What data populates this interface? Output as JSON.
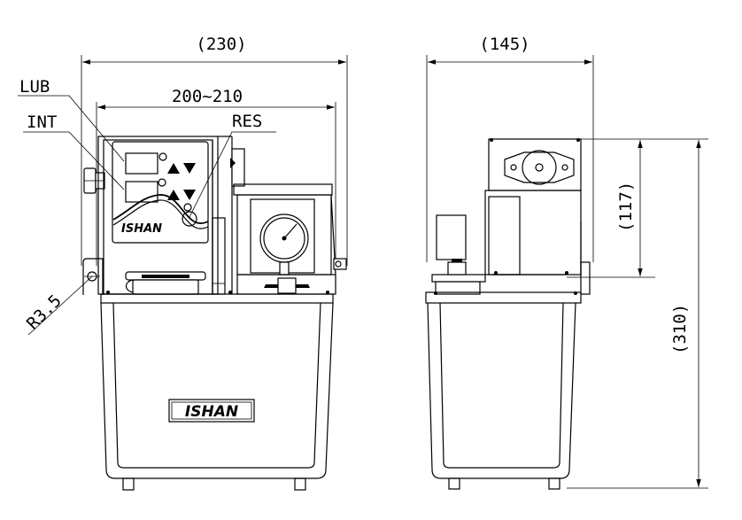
{
  "dimensions": {
    "front_overall_width": "(230)",
    "front_mount_width": "200~210",
    "side_overall_width": "(145)",
    "side_top_height": "(117)",
    "side_overall_height": "(310)",
    "mount_radius": "R3.5"
  },
  "callouts": {
    "lub": "LUB",
    "int": "INT",
    "res": "RES"
  },
  "branding": {
    "panel_logo": "ISHAN",
    "tank_logo": "ISHAN"
  }
}
